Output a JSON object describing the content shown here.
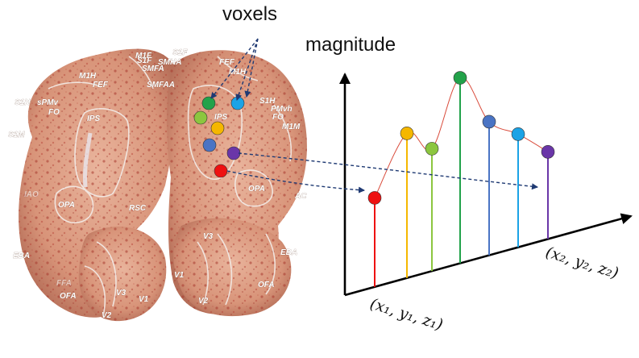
{
  "title_voxels": "voxels",
  "title_magnitude": "magnitude",
  "coord_1": "(x₁, y₁, z₁)",
  "coord_2": "(x₂, y₂, z₂)",
  "brain_labels": [
    "M1F",
    "S1F",
    "SMHA",
    "SMFA",
    "S1F",
    "M1H",
    "FEF",
    "FEF",
    "SMFAA",
    "M1H",
    "S1H",
    "sPMv",
    "FO",
    "IPS",
    "S1M",
    "S1H",
    "PMvh",
    "FO",
    "IPS",
    "M1M",
    "OPA",
    "OPA",
    "RSC",
    "AC",
    "V3",
    "EBA",
    "EBA",
    "FFA",
    "V1",
    "V3",
    "OFA",
    "V2",
    "V1",
    "OFA",
    "V2",
    "IAO"
  ],
  "voxel_colors": {
    "green": "#22a24a",
    "blue": "#1ba3e6",
    "lime": "#8cc63f",
    "yellow": "#f5b700",
    "steel_blue": "#4a74c4",
    "purple": "#6a36a8",
    "red": "#ee1111"
  },
  "stem_sequence": [
    "red",
    "yellow",
    "lime",
    "green",
    "steel_blue",
    "blue",
    "purple"
  ],
  "stem_magnitudes": [
    0.48,
    0.78,
    0.66,
    1.0,
    0.72,
    0.61,
    0.47
  ],
  "arrow_color": "#1f3a73",
  "curve_color": "#d94a3a"
}
